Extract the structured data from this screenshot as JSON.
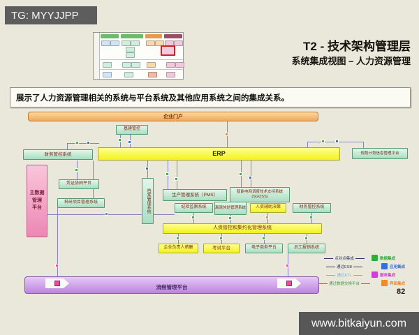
{
  "page": {
    "tag": "TG: MYYJJPP",
    "title": "T2 - 技术架构管理层",
    "subtitle": "系统集成视图 – 人力资源管理",
    "description": "展示了人力资源管理相关的系统与平台系统及其他应用系统之间的集成关系。",
    "page_number": "82",
    "watermark": "www.bitkaiyun.com"
  },
  "diagram": {
    "portal": "企业门户",
    "process_platform": "流程管理平台",
    "boxes": {
      "jijian": "基建管控",
      "caiwu_left": "财务管控系统",
      "erp": "ERP",
      "guihua": "规划计划信息管理平台",
      "zhushuju": "主数据\n管理\n平台",
      "pingzheng": "凭证协同平台",
      "keyan": "科研项目管理系统",
      "dangan": "档案管理系统",
      "pms": "生产管理系统（PMS）",
      "sgoss": "智能电网调度技术支持系统\n(SGOSS)",
      "jijiancha": "纪检监察系统",
      "lituixiu": "离退休处管理系统",
      "renzi_fuzhu": "人资辅助决策",
      "caiwu_right": "财务管控系统",
      "renzi_jiyue": "人资管控和集约化管理系统",
      "qiye_xinchou": "企业负责人薪酬",
      "kaoshi": "考试平台",
      "dianzi_shangwu": "电子商务平台",
      "yuangong_baoxiao": "员工报销系统"
    }
  },
  "legend": {
    "lines": [
      {
        "label": "点对点集成",
        "color": "#2a3a6a"
      },
      {
        "label": "通过ESB",
        "color": "#2a3a6a"
      },
      {
        "label": "通过ETL",
        "color": "#6fb6d8"
      },
      {
        "label": "通过数据交换平台",
        "color": "#3e9a4e"
      }
    ],
    "marks": [
      {
        "label": "数据集成",
        "color": "#2fae3d"
      },
      {
        "label": "应用集成",
        "color": "#3a6fd8"
      },
      {
        "label": "服务集成",
        "color": "#d63ad6"
      },
      {
        "label": "界面集成",
        "color": "#f08a2a"
      }
    ]
  },
  "colors": {
    "background": "#eae7db",
    "portal_bar": "#efa95c",
    "green_box": "#a9dec2",
    "yellow_box": "#f2f21e",
    "pink_box": "#ec87b4",
    "purple_bar": "#bd85de",
    "connector": "#8585c2",
    "header_bar": "#5d5d5d"
  }
}
